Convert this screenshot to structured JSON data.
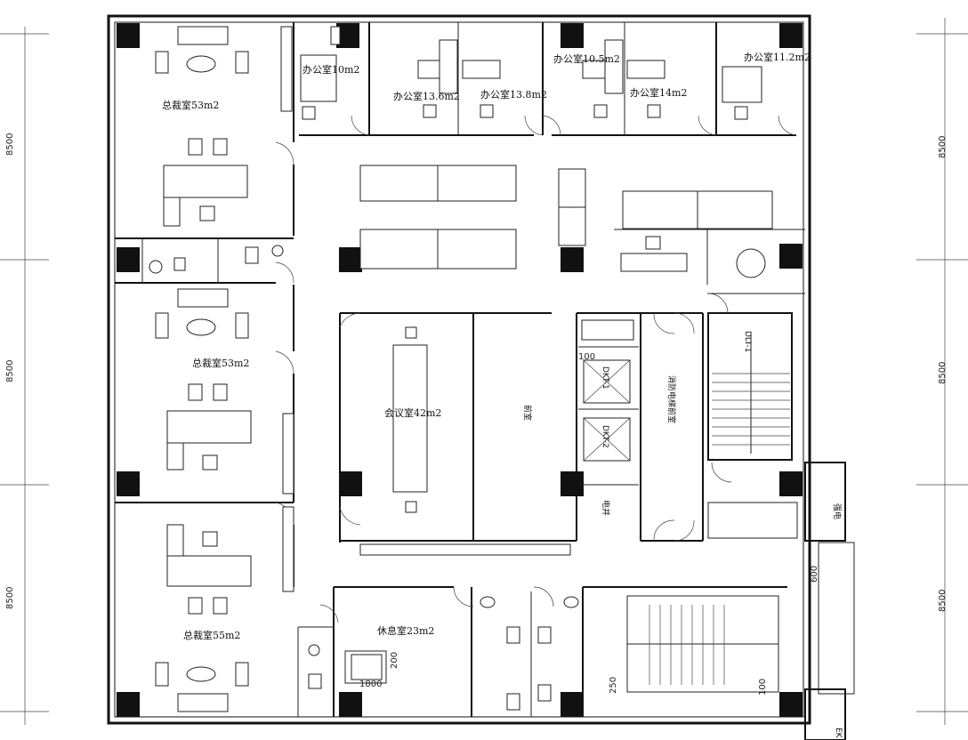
{
  "labels": {
    "ceo_room_top": "总裁室53m2",
    "ceo_room_mid": "总裁室53m2",
    "ceo_room_bottom": "总裁室55m2",
    "office_a": "办公室10m2",
    "office_b": "办公室13.6m2",
    "office_c": "办公室13.8m2",
    "office_d": "办公室10.5m2",
    "office_e": "办公室14m2",
    "office_f": "办公室11.2m2",
    "meeting_room": "会议室42m2",
    "lounge": "休息室23m2",
    "stair_label": "DLT-1",
    "elevator_1": "DKT-1",
    "elevator_2": "DKT-2",
    "corridor_label": "前室",
    "shaft_label": "消防电梯前室",
    "small_room": "电井",
    "right_room": "强电",
    "edge_code": "EK"
  },
  "dimensions": {
    "left_1": "8500",
    "left_2": "8500",
    "left_3": "8500",
    "right_1": "8500",
    "right_2": "8500",
    "right_3": "8500",
    "gap_600": "600",
    "bed_1800": "1800",
    "bed_200": "200",
    "d_250": "250",
    "d_100": "100",
    "d_100b": "100"
  }
}
